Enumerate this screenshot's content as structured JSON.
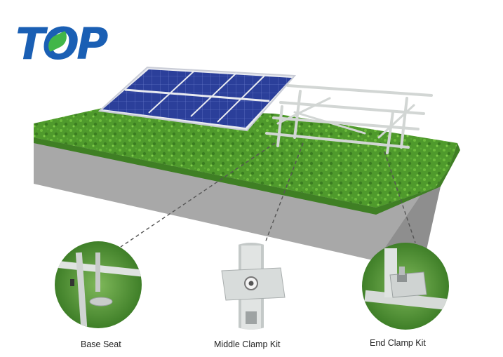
{
  "brand": {
    "logo_text": "TOP",
    "colors": {
      "blue": "#1a5fb4",
      "green": "#41b649"
    }
  },
  "callouts": {
    "base_seat": "Base Seat",
    "middle_clamp": "Middle Clamp Kit",
    "end_clamp": "End Clamp Kit"
  },
  "colors": {
    "grass": "#4f9a2c",
    "soil_front": "#a8a8a8",
    "soil_side": "#8e8e8e",
    "panel": "#2b3f9a",
    "rail": "#d2d6d4"
  }
}
